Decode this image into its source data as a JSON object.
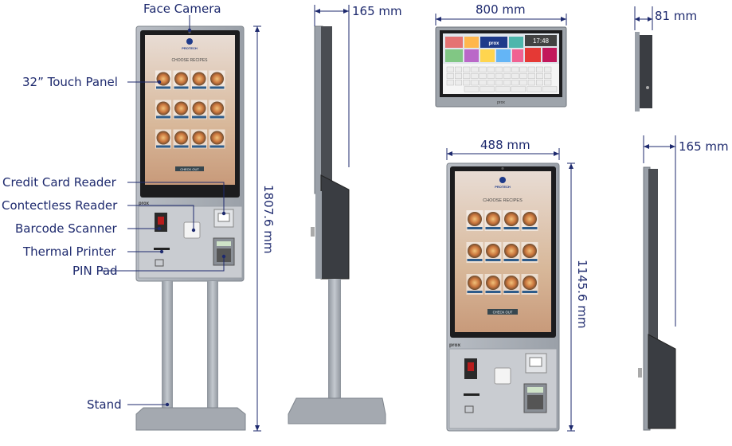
{
  "labels": {
    "face_camera": "Face Camera",
    "touch_panel": "32” Touch Panel",
    "credit_card_reader": "Credit Card Reader",
    "contactless_reader": "Contectless Reader",
    "barcode_scanner": "Barcode Scanner",
    "thermal_printer": "Thermal Printer",
    "pin_pad": "PIN Pad",
    "stand": "Stand"
  },
  "dimensions": {
    "floor_depth": "165 mm",
    "floor_height": "1807.6 mm",
    "tablet_width": "800 mm",
    "tablet_depth": "81 mm",
    "counter_width": "488 mm",
    "counter_height": "1145.6 mm",
    "counter_depth": "165 mm"
  },
  "screen": {
    "brand": "PROTECH",
    "title": "CHOOSE RECIPES",
    "button": "CHECK OUT",
    "tablet_time": "17:48"
  },
  "device_brand": "prox",
  "colors": {
    "label": "#1e2a6e",
    "frame": "#9aa0a8",
    "bezel": "#1c1c1e"
  }
}
